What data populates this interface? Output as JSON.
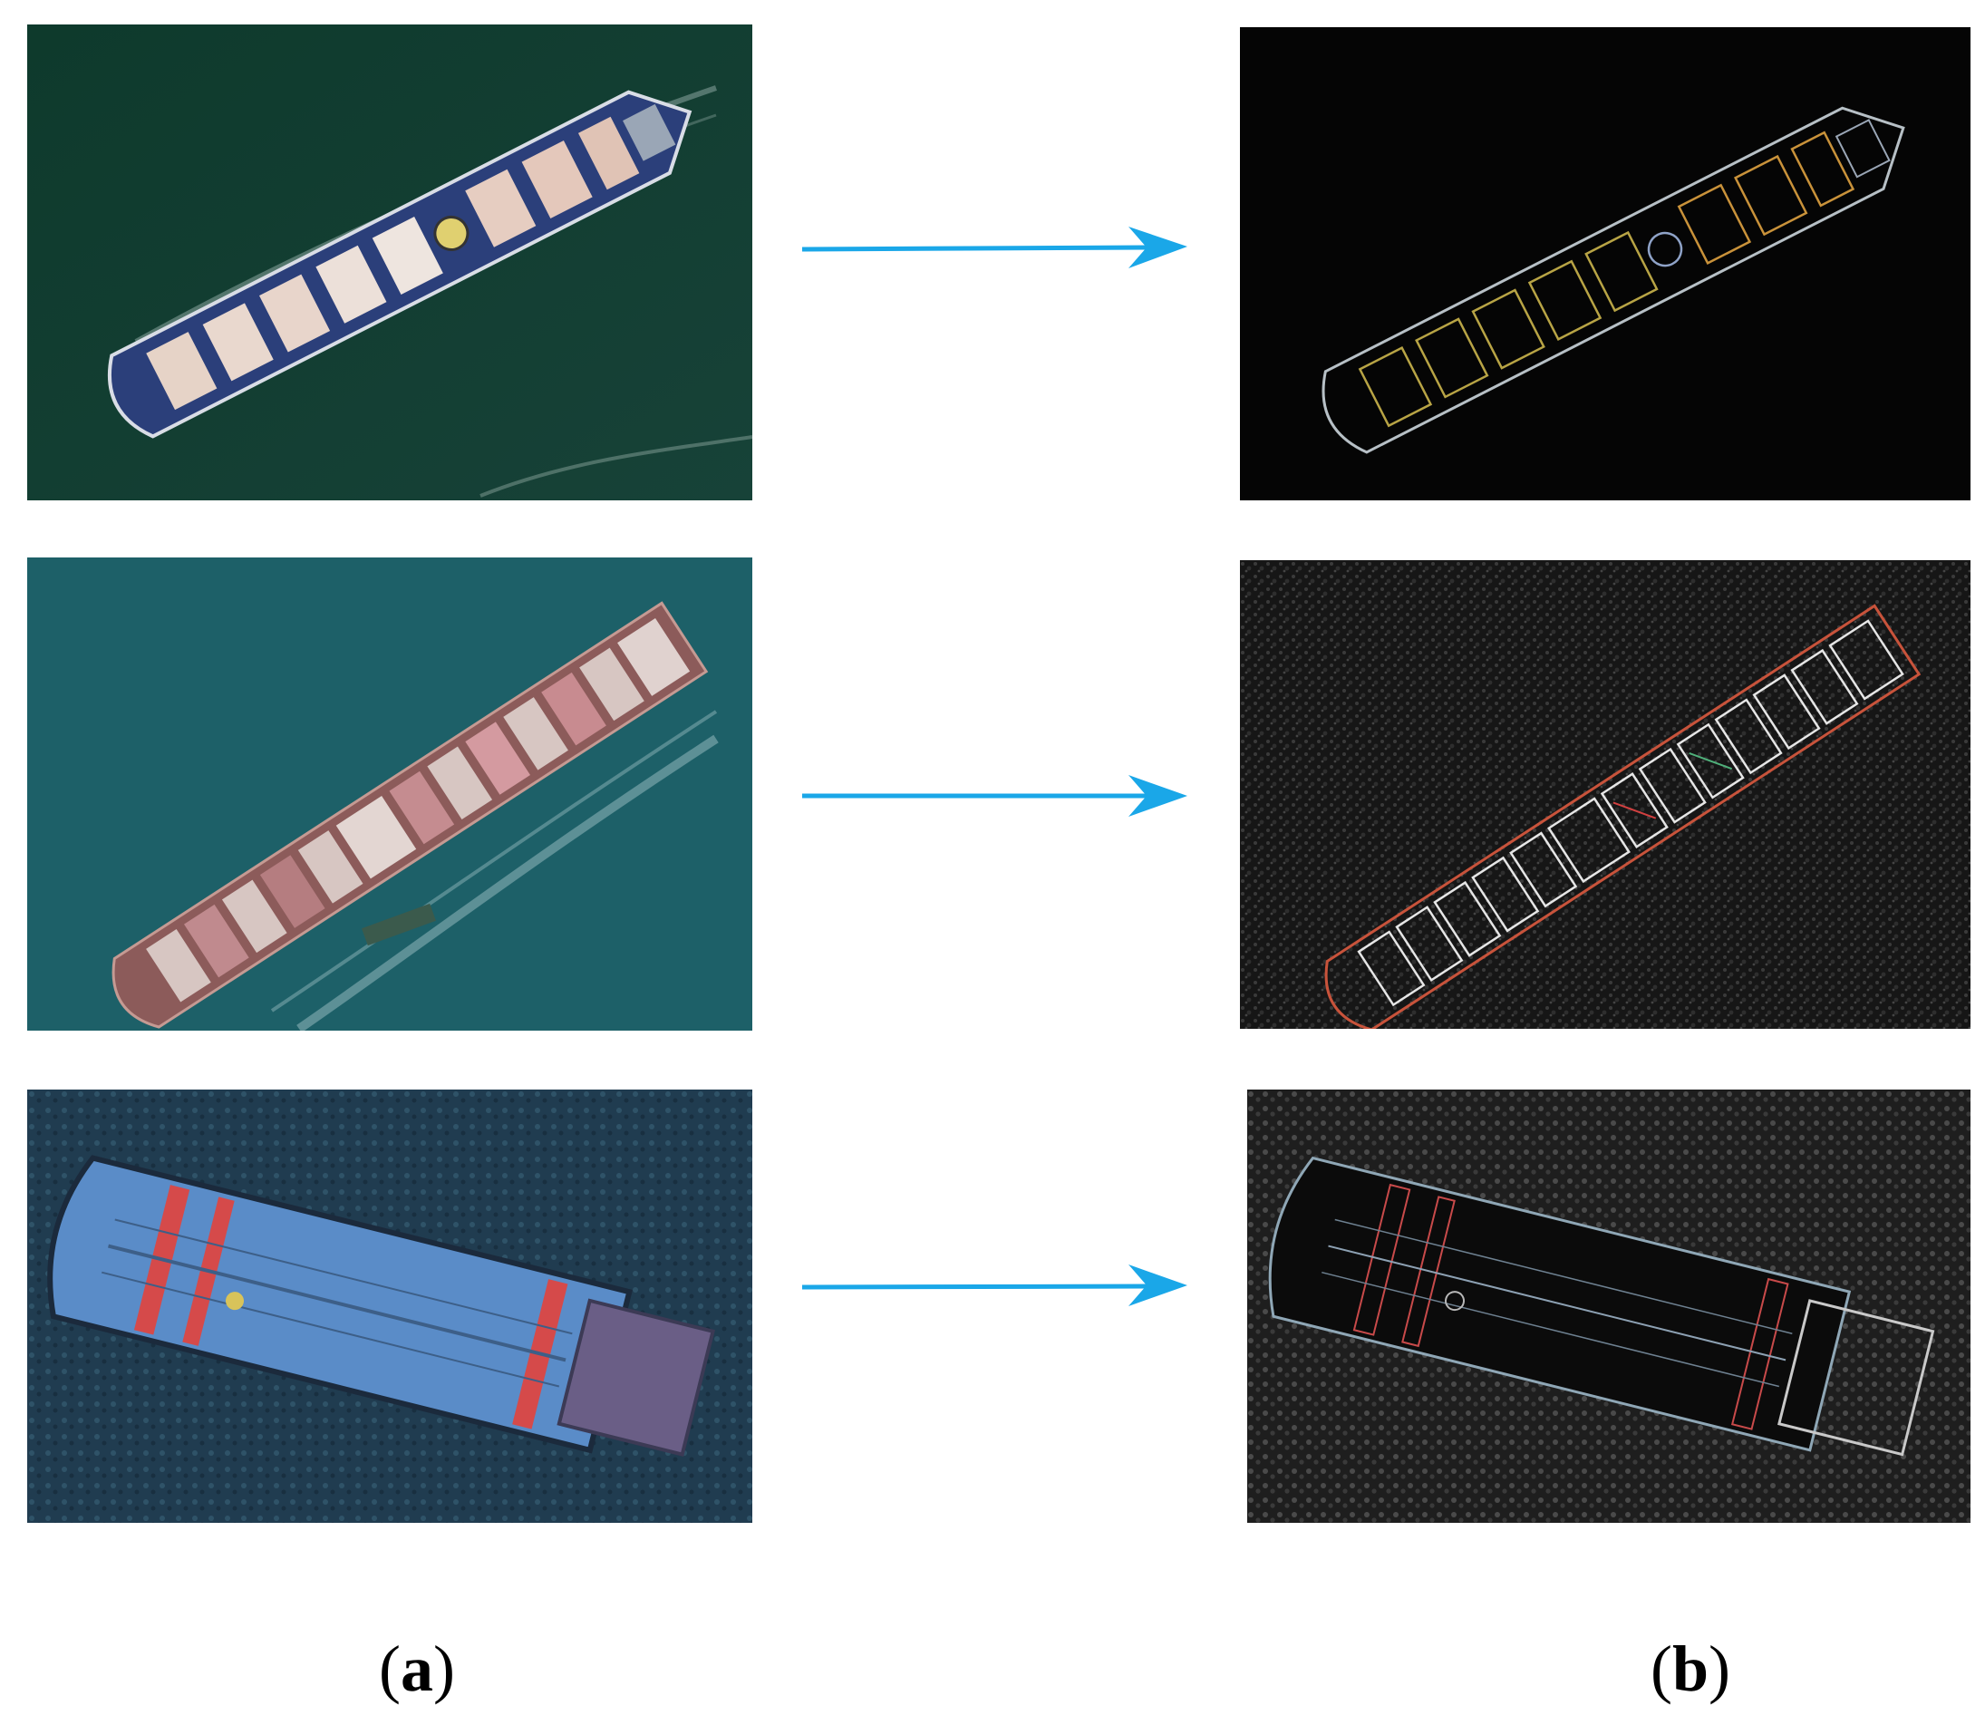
{
  "figure": {
    "columns": [
      {
        "label_open": "(",
        "label_letter": "a",
        "label_close": ")"
      },
      {
        "label_open": "(",
        "label_letter": "b",
        "label_close": ")"
      }
    ],
    "arrow_color": "#1aa7e8",
    "rows": [
      {
        "ship": "bulk-carrier",
        "water_color": "#12352b",
        "edge_bg": "#050505"
      },
      {
        "ship": "container-ship",
        "water_color": "#1d5f66",
        "edge_bg": "#1a1a1a"
      },
      {
        "ship": "oil-tanker",
        "water_color": "#1d3a4d",
        "edge_bg": "#222222"
      }
    ]
  }
}
